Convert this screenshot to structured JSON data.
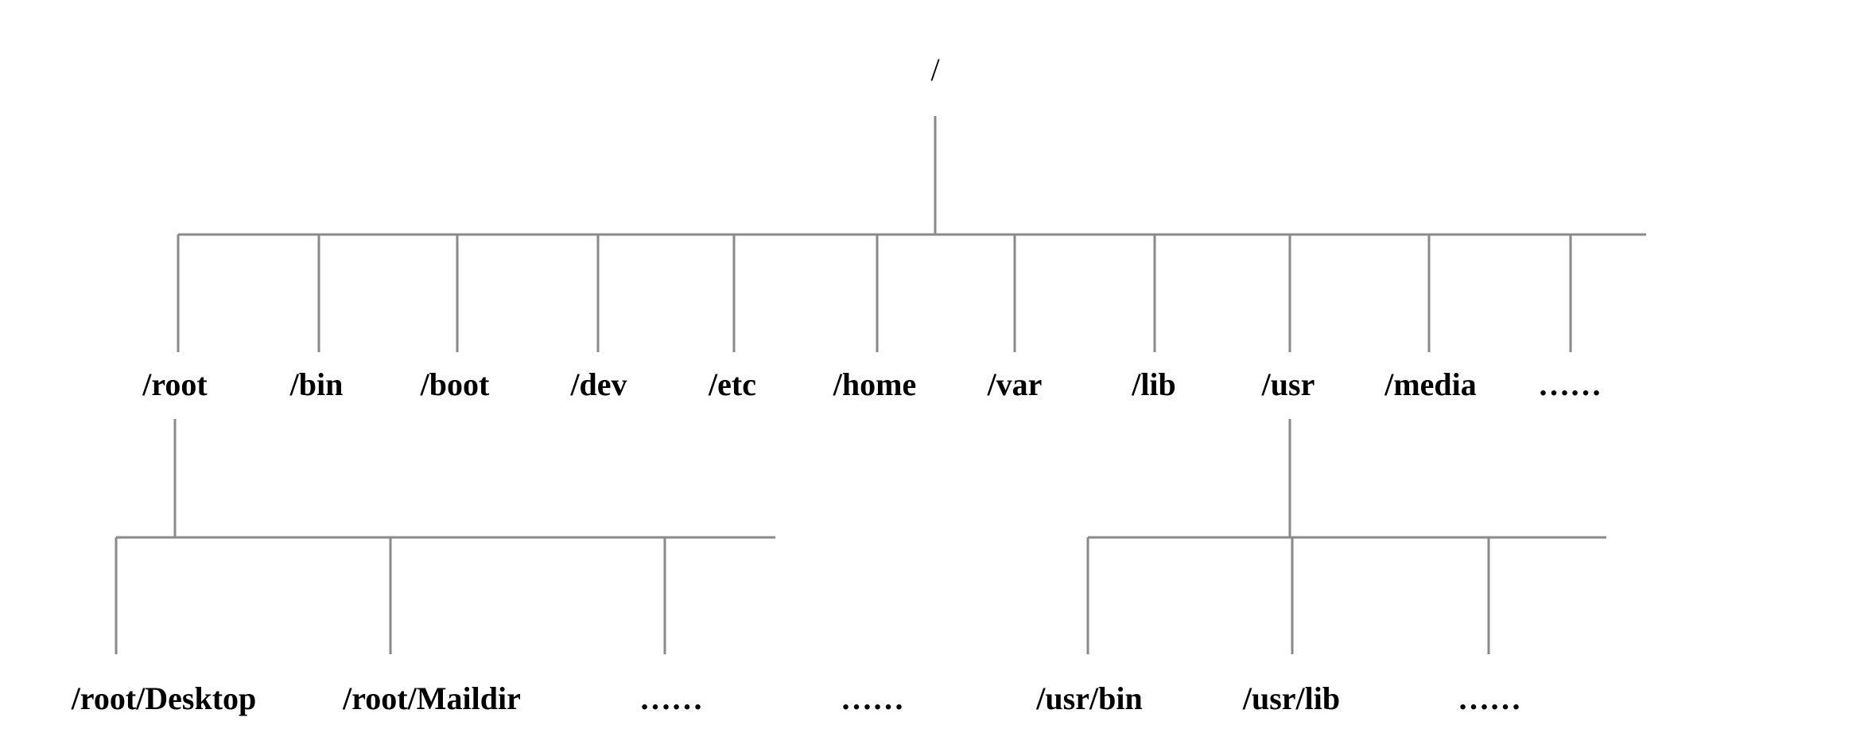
{
  "tree": {
    "root": "/",
    "level1": [
      "/root",
      "/bin",
      "/boot",
      "/dev",
      "/etc",
      "/home",
      "/var",
      "/lib",
      "/usr",
      "/media",
      "……"
    ],
    "root_children": [
      "/root/Desktop",
      "/root/Maildir",
      "……"
    ],
    "middle_ellipsis": "……",
    "usr_children": [
      "/usr/bin",
      "/usr/lib",
      "……"
    ]
  }
}
